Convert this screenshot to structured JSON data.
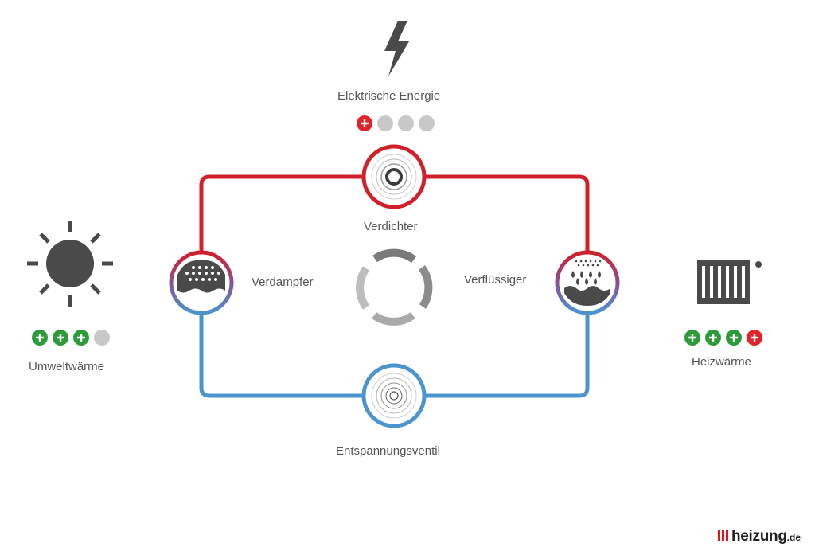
{
  "labels": {
    "electric": "Elektrische Energie",
    "compressor": "Verdichter",
    "evaporator": "Verdampfer",
    "condenser": "Verflüssiger",
    "expansion": "Entspannungsventil",
    "ambient": "Umweltwärme",
    "heating": "Heizwärme"
  },
  "ratings": {
    "electric": [
      "red",
      "grey",
      "grey",
      "grey"
    ],
    "ambient": [
      "green",
      "green",
      "green",
      "grey"
    ],
    "heating": [
      "green",
      "green",
      "green",
      "red"
    ]
  },
  "brand": {
    "name": "heizung",
    "tld": ".de"
  },
  "colors": {
    "hot": "#d0202a",
    "cold": "#4a94cf",
    "icon": "#4a4a4a",
    "green": "#2e9b3a",
    "red": "#e2232a",
    "grey": "#c8c8c8"
  }
}
